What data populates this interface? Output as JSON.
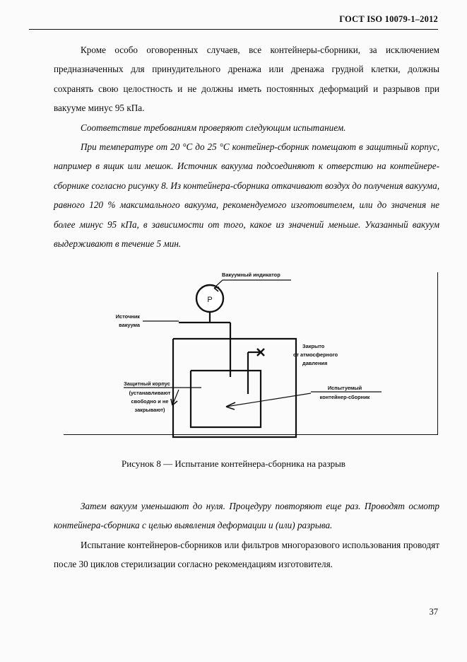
{
  "document": {
    "header": "ГОСТ ISO 10079-1–2012",
    "page_number": "37"
  },
  "body": {
    "paragraph_1": "Кроме особо оговоренных случаев, все контейнеры-сборники, за исключением предназначенных для принудительного дренажа или дренажа грудной клетки, должны сохранять свою целостность и не должны иметь постоянных деформаций и разрывов при вакууме минус 95 кПа.",
    "paragraph_2": "Соответствие требованиям проверяют следующим испытанием.",
    "paragraph_3": "При температуре от 20 °С до 25 °С контейнер-сборник помещают в защитный корпус, например в ящик или мешок. Источник вакуума подсоединяют к отверстию на контейнере-сборнике согласно рисунку 8. Из контейнера-сборника откачивают воздух до получения вакуума, равного 120 % максимального вакуума, рекомендуемого изготовителем, или до значения не более минус 95 кПа, в зависимости от того, какое из значений меньше. Указанный вакуум выдерживают в течение 5 мин.",
    "paragraph_4": "Затем вакуум уменьшают до нуля. Процедуру повторяют еще раз. Проводят осмотр контейнера-сборника с целью выявления деформации и (или) разрыва.",
    "paragraph_5": "Испытание контейнеров-сборников или фильтров многоразового использования проводят после 30 циклов стерилизации согласно рекомендациям изготовителя."
  },
  "figure": {
    "caption": "Рисунок 8 — Испытание контейнера-сборника на разрыв",
    "labels": {
      "vacuum_indicator": "Вакуумный индикатор",
      "gauge_symbol": "P",
      "vacuum_source_line1": "Источник",
      "vacuum_source_line2": "вакуума",
      "closed_line1": "Закрыто",
      "closed_line2": "от атмосферного",
      "closed_line3": "давления",
      "housing_line1": "Защитный корпус",
      "housing_line2": "(устанавливают",
      "housing_line3": "свободно и не",
      "housing_line4": "закрывают)",
      "container_line1": "Испытуемый",
      "container_line2": "контейнер-сборник"
    }
  },
  "colors": {
    "page_background": "#fbfbfb",
    "text": "#0a0a0a",
    "rule": "#111111"
  }
}
